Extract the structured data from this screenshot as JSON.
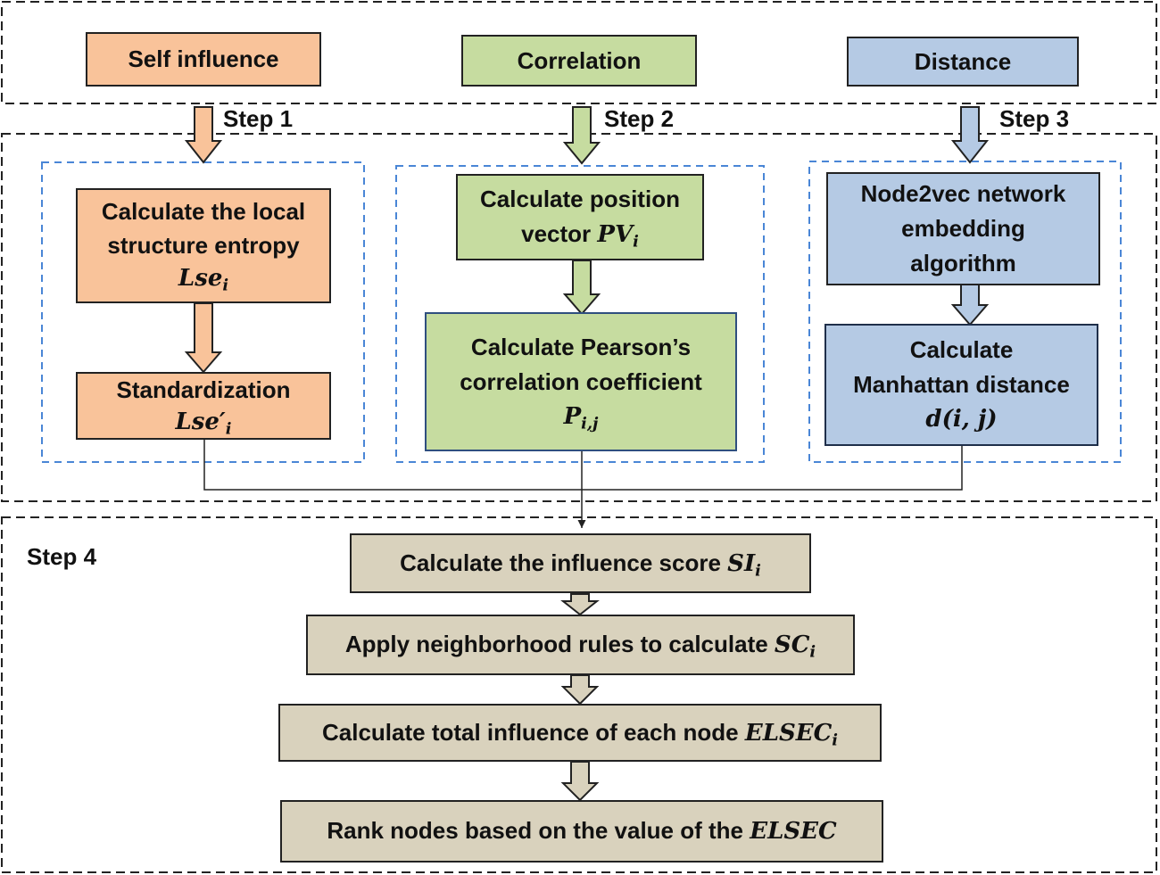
{
  "categories": {
    "self_influence": "Self influence",
    "correlation": "Correlation",
    "distance": "Distance"
  },
  "steps": {
    "step1": "Step 1",
    "step2": "Step 2",
    "step3": "Step 3",
    "step4": "Step 4"
  },
  "step1_boxes": {
    "local_entropy_line1": "Calculate the local",
    "local_entropy_line2": "structure entropy",
    "local_entropy_math": "Lse",
    "local_entropy_sub": "i",
    "standardization_label": "Standardization",
    "standardization_math": "Lse′",
    "standardization_sub": "i"
  },
  "step2_boxes": {
    "position_line1": "Calculate position",
    "position_line2": "vector",
    "position_math": "PV",
    "position_sub": "i",
    "pearson_line1": "Calculate Pearson’s",
    "pearson_line2": "correlation coefficient",
    "pearson_math": "P",
    "pearson_sub": "i,j"
  },
  "step3_boxes": {
    "node2vec_line1": "Node2vec network",
    "node2vec_line2": "embedding",
    "node2vec_line3": "algorithm",
    "manhattan_line1": "Calculate",
    "manhattan_line2": "Manhattan distance",
    "manhattan_math": "d(i, j)"
  },
  "step4_boxes": {
    "influence_score_text": "Calculate the influence score",
    "influence_score_math": "SI",
    "influence_score_sub": "i",
    "neighborhood_text": "Apply neighborhood rules to calculate",
    "neighborhood_math": "SC",
    "neighborhood_sub": "i",
    "total_text": "Calculate total influence of each node",
    "total_math": "ELSEC",
    "total_sub": "i",
    "rank_text": "Rank nodes based on the value of the",
    "rank_math": "ELSEC"
  },
  "colors": {
    "orange_fill": "#f9c39a",
    "green_fill": "#c6dca0",
    "blue_fill": "#b5cae4",
    "tan_fill": "#d9d2bd",
    "inner_dashed": "#4a86d6"
  }
}
